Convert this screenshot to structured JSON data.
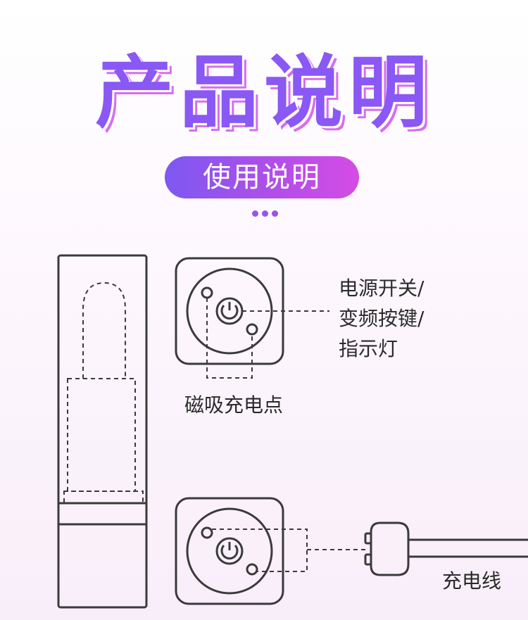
{
  "header": {
    "title": "产品说明",
    "subtitle_pill": "使用说明"
  },
  "labels": {
    "power_lines": [
      "电源开关/",
      "变频按键/",
      "指示灯"
    ],
    "magnetic": "磁吸充电点",
    "cable": "充电线"
  },
  "colors": {
    "title_main": "#8a58f4",
    "title_shadow": "#d66df0",
    "pill_start": "#7d58f2",
    "pill_end": "#d54ce6",
    "dots": "#9c52ea",
    "line": "#3a3a3a"
  },
  "icons": [
    "power-icon"
  ]
}
